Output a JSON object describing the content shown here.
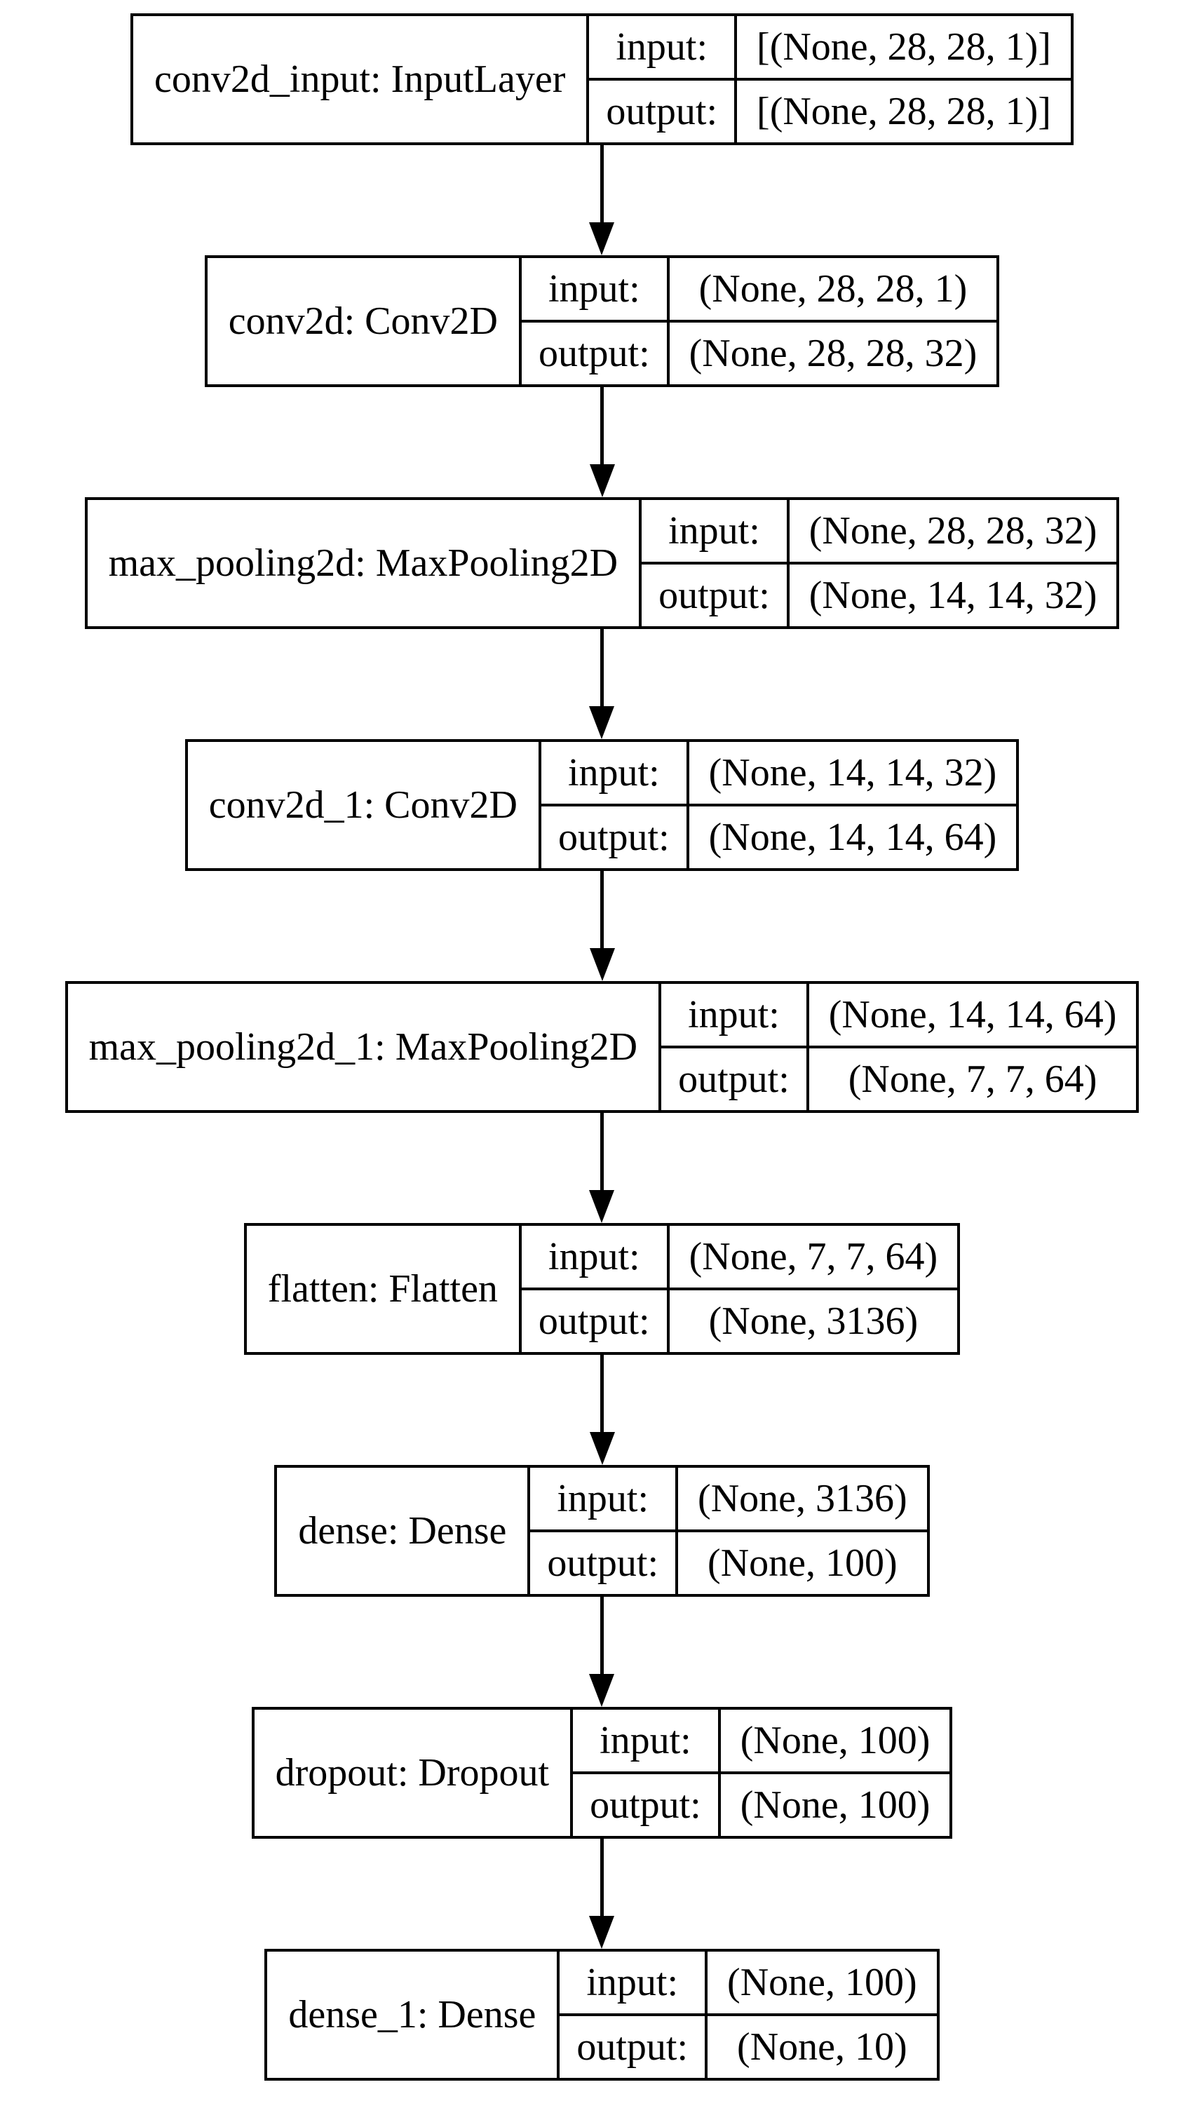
{
  "diagram": {
    "type": "keras-model-plot",
    "colors": {
      "background": "#ffffff",
      "border": "#000000",
      "text": "#000000",
      "arrow": "#000000"
    },
    "row_labels": {
      "input": "input:",
      "output": "output:"
    },
    "layers": [
      {
        "name": "conv2d_input: InputLayer",
        "input_shape": "[(None, 28, 28, 1)]",
        "output_shape": "[(None, 28, 28, 1)]"
      },
      {
        "name": "conv2d: Conv2D",
        "input_shape": "(None, 28, 28, 1)",
        "output_shape": "(None, 28, 28, 32)"
      },
      {
        "name": "max_pooling2d: MaxPooling2D",
        "input_shape": "(None, 28, 28, 32)",
        "output_shape": "(None, 14, 14, 32)"
      },
      {
        "name": "conv2d_1: Conv2D",
        "input_shape": "(None, 14, 14, 32)",
        "output_shape": "(None, 14, 14, 64)"
      },
      {
        "name": "max_pooling2d_1: MaxPooling2D",
        "input_shape": "(None, 14, 14, 64)",
        "output_shape": "(None, 7, 7, 64)"
      },
      {
        "name": "flatten: Flatten",
        "input_shape": "(None, 7, 7, 64)",
        "output_shape": "(None, 3136)"
      },
      {
        "name": "dense: Dense",
        "input_shape": "(None, 3136)",
        "output_shape": "(None, 100)"
      },
      {
        "name": "dropout: Dropout",
        "input_shape": "(None, 100)",
        "output_shape": "(None, 100)"
      },
      {
        "name": "dense_1: Dense",
        "input_shape": "(None, 100)",
        "output_shape": "(None, 10)"
      }
    ]
  }
}
